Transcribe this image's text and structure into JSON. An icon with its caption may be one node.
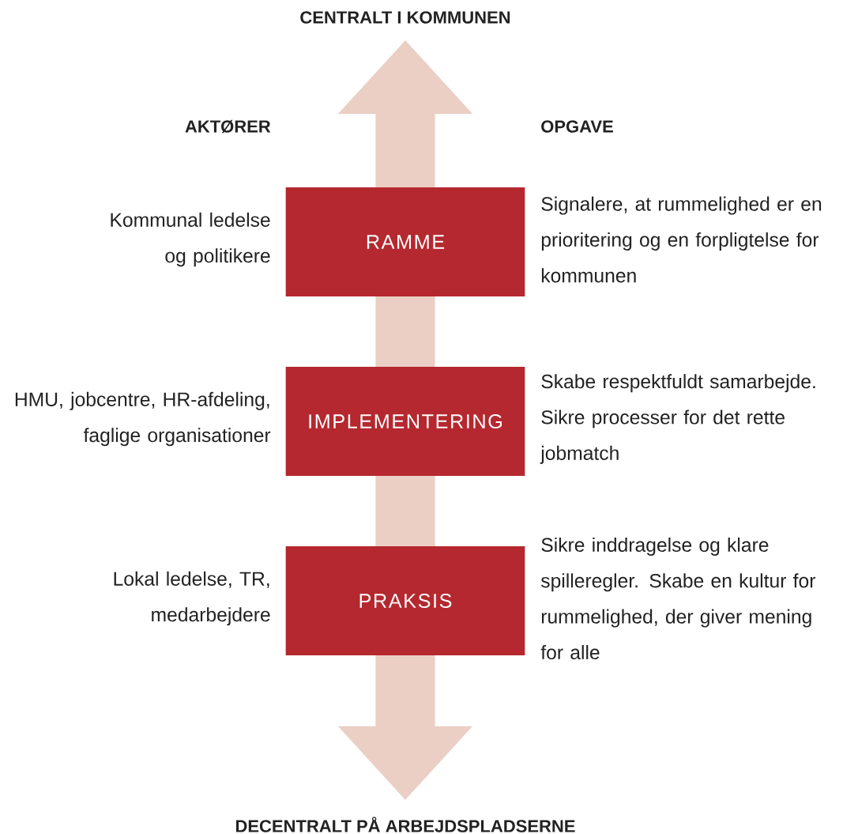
{
  "diagram": {
    "nodes": [
      {
        "text": [
          "CENTRALT I KOMMUNEN"
        ]
      },
      {
        "text": [
          "RAMME"
        ],
        "beside": [
          "Kommunal ledelse og politikere",
          "Signalere, at rummelighed er en prioritering og en forpligtelse for kommunen"
        ]
      },
      {
        "text": [
          "IMPLEMENTERING"
        ],
        "beside": [
          "HMU, jobcentre, HR-afdeling, faglige organisationer",
          "Skabe respektfuldt samarbejde. Sikre processer for det rette jobmatch"
        ]
      },
      {
        "text": [
          "PRAKSIS"
        ],
        "beside": [
          "Lokal ledelse, TR, medarbejdere",
          "Sikre inddragelse og klare spilleregler. Skabe en kultur for rummelighed, der giver mening for alle"
        ]
      },
      {
        "text": [
          "DECENTRALT PÅ ARBEJDSPLADSERNE"
        ]
      }
    ],
    "edges": [
      {
        "from": 0,
        "to": 4,
        "arrow": "both",
        "style": "thick"
      }
    ],
    "labels": [
      "AKTØRER",
      "OPGAVE"
    ]
  }
}
